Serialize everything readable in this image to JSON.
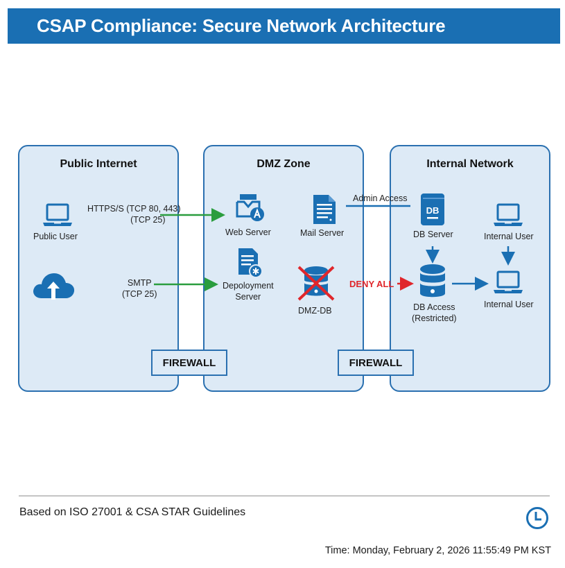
{
  "header": {
    "title": "CSAP Compliance: Secure Network Architecture"
  },
  "colors": {
    "accent": "#1a6fb3",
    "allow": "#2a9d3e",
    "deny": "#e0262b",
    "zone_fill": "#ddeaf6",
    "zone_border": "#2a70b0"
  },
  "zones": [
    {
      "title": "Public Internet"
    },
    {
      "title": "DMZ Zone"
    },
    {
      "title": "Internal Network"
    }
  ],
  "public_internet": {
    "public_user": {
      "label": "Public User",
      "icon": "laptop-icon"
    },
    "cloud": {
      "icon": "cloud-upload-icon"
    },
    "https_flow": {
      "line1": "HTTPS/S (TCP 80, 443)",
      "line2": "(TCP 25)"
    },
    "smtp_flow": {
      "line1": "SMTP",
      "line2": "(TCP 25)"
    }
  },
  "dmz": {
    "web_server": {
      "label": "Web Server",
      "icon": "web-server-icon"
    },
    "mail_server": {
      "label": "Mail Server",
      "icon": "document-icon"
    },
    "deployment_server": {
      "line1": "Depoloyment",
      "line2": "Server",
      "icon": "document-gear-icon"
    },
    "dmz_db": {
      "label": "DMZ-DB",
      "icon": "database-blocked-icon"
    }
  },
  "internal": {
    "admin_access": "Admin Access",
    "db_server": {
      "label": "DB Server",
      "badge": "DB",
      "icon": "db-server-icon"
    },
    "internal_user_top": {
      "label": "Internal User",
      "icon": "laptop-icon"
    },
    "db_access": {
      "line1": "DB Access",
      "line2": "(Restricted)",
      "icon": "database-icon"
    },
    "internal_user_bottom": {
      "label": "Internal User",
      "icon": "laptop-icon"
    },
    "deny_all": "DENY ALL"
  },
  "firewalls": [
    {
      "label": "FIREWALL"
    },
    {
      "label": "FIREWALL"
    }
  ],
  "footer": {
    "note": "Based on ISO 27001 & CSA STAR Guidelines",
    "timestamp": "Time: Monday, February 2, 2026 11:55:49 PM KST",
    "clock_icon": "clock-icon"
  }
}
